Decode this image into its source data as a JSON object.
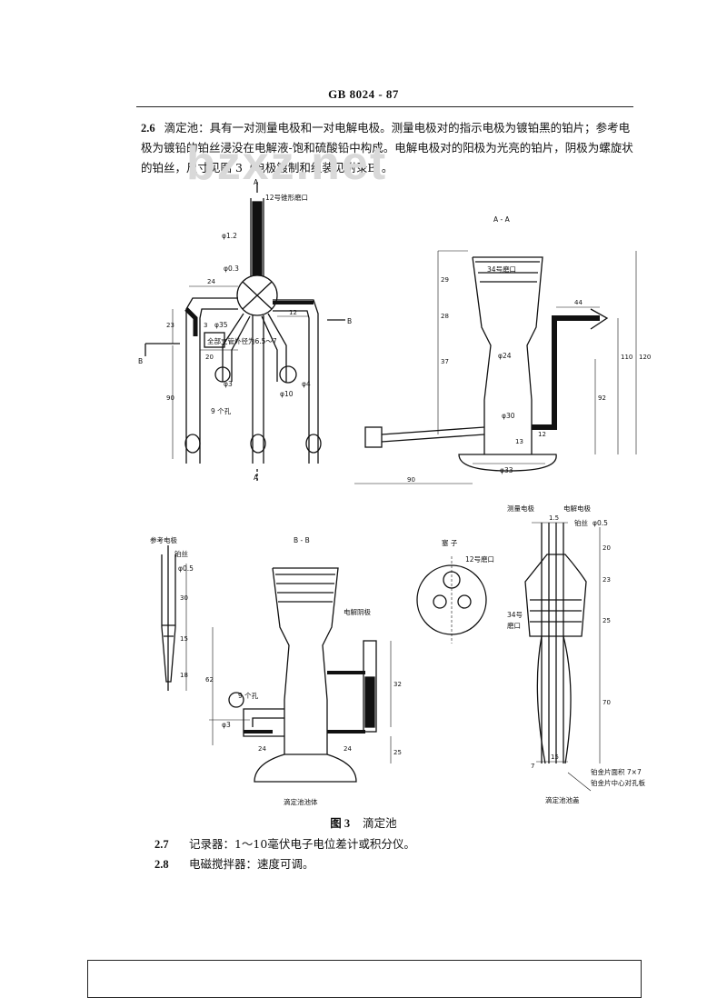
{
  "header": {
    "standard_no": "GB 8024 - 87"
  },
  "section_2_6": {
    "number": "2.6",
    "text": "滴定池：具有一对测量电极和一对电解电极。测量电极对的指示电极为镀铂黑的铂片；参考电极为镀铅的铂丝浸没在电解液-饱和硫酸铅中构成。电解电极对的阳极为光亮的铂片，阴极为螺旋状的铂丝，尺寸见图 3（电极镀制和组装见附录B）。"
  },
  "watermark": "bzxz.net",
  "figure": {
    "number": "图 3",
    "title": "滴定池",
    "top_view": {
      "section_mark": "A",
      "section_mark_bottom": "A",
      "side_mark": "B",
      "side_mark_right": "B",
      "labels": {
        "port": "12号锥形磨口",
        "phi12": "φ1.2",
        "phi03": "φ0.3",
        "phi35": "φ35",
        "phi3": "φ3",
        "phi10": "φ10",
        "phi4": "φ4",
        "note": "全部支管外径为6.5～7",
        "holes": "9 个孔"
      },
      "dims": [
        "24",
        "20",
        "12",
        "23",
        "3",
        "90"
      ]
    },
    "section_aa": {
      "title": "A - A",
      "labels": {
        "joint": "34号磨口",
        "phi24": "φ24",
        "phi30": "φ30",
        "phi33": "φ33"
      },
      "dims": [
        "29",
        "28",
        "37",
        "44",
        "110",
        "120",
        "92",
        "13",
        "12",
        "90"
      ]
    },
    "left_electrode": {
      "label_ref": "参考电极",
      "label_wire": "铂丝",
      "label_dia": "φ0.5",
      "dims": [
        "30",
        "15",
        "18"
      ]
    },
    "section_bb": {
      "title": "B - B",
      "labels": {
        "electrolytic": "电解阴极",
        "holes": "9 个孔",
        "phi3": "φ3",
        "body": "滴定池池体"
      },
      "dims": [
        "62",
        "24",
        "24",
        "25",
        "32"
      ]
    },
    "plug": {
      "title": "塞 子",
      "label_joint": "12号磨口"
    },
    "electrode_assembly": {
      "label_measure": "测量电极",
      "label_electro": "电解电极",
      "label_wire": "铂丝",
      "label_dia": "φ0.5",
      "label_joint_a": "34号",
      "label_joint_b": "磨口",
      "label_pt_area": "铂金片面积 7×7",
      "label_pt_hole": "铂金片中心对孔板",
      "label_lid": "滴定池池盖",
      "dims": [
        "1.5",
        "20",
        "23",
        "25",
        "70",
        "7",
        "15"
      ]
    }
  },
  "items": [
    {
      "number": "2.7",
      "text": "记录器：1～10毫伏电子电位差计或积分仪。"
    },
    {
      "number": "2.8",
      "text": "电磁搅拌器：速度可调。"
    }
  ]
}
